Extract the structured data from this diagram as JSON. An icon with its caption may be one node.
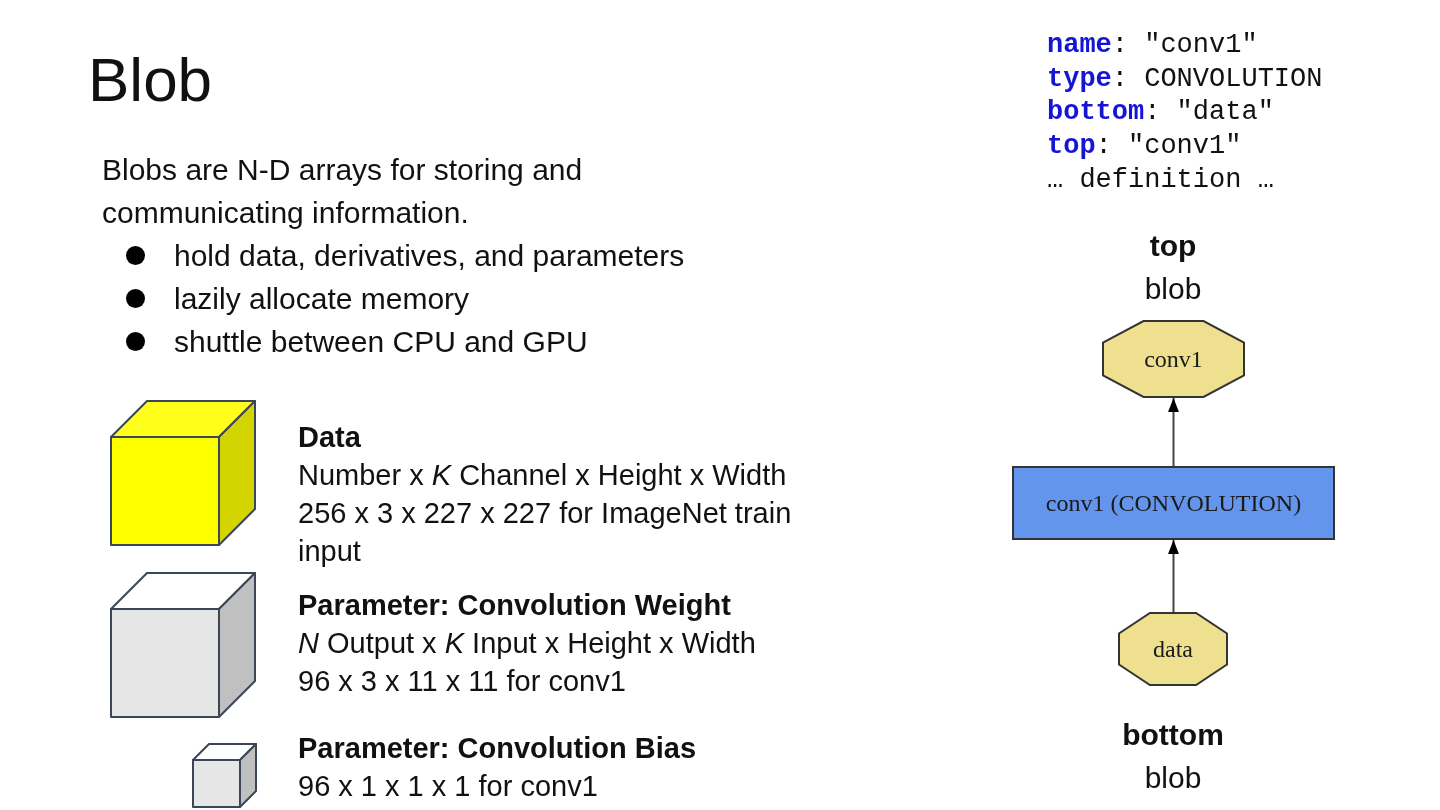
{
  "diagram": {
    "title": "Blob",
    "nodes": [
      {
        "text": [],
        "shape": "cube",
        "beside": [
          "Data",
          "Number x *K* Channel x Height x Width",
          "256 x 3 x 227 x 227 for ImageNet train input"
        ]
      },
      {
        "text": [],
        "shape": "cube",
        "beside": [
          "Parameter: Convolution Weight",
          "*N* Output x *K* Input x Height x Width",
          "96 x 3 x 11 x 11 for conv1"
        ]
      },
      {
        "text": [],
        "shape": "cube",
        "beside": [
          "Parameter: Convolution Bias",
          "96 x 1 x 1 x 1 for conv1"
        ]
      },
      {
        "text": [
          "conv1"
        ],
        "beside": [
          "**top** blob"
        ]
      },
      {
        "text": [
          "conv1 (CONVOLUTION)"
        ]
      },
      {
        "text": [
          "data"
        ],
        "beside": [
          "**bottom** blob"
        ]
      }
    ],
    "edges": [
      {
        "from": 5,
        "to": 4,
        "arrow": "to"
      },
      {
        "from": 4,
        "to": 3,
        "arrow": "to"
      }
    ],
    "labels": [
      "Blobs are N-D arrays for storing and communicating information.",
      "hold data, derivatives, and parameters",
      "lazily allocate memory",
      "shuttle between CPU and GPU",
      "**name**: \"conv1\"",
      "**type**: CONVOLUTION",
      "**bottom**: \"data\"",
      "**top**: \"conv1\"",
      "… definition …"
    ]
  }
}
